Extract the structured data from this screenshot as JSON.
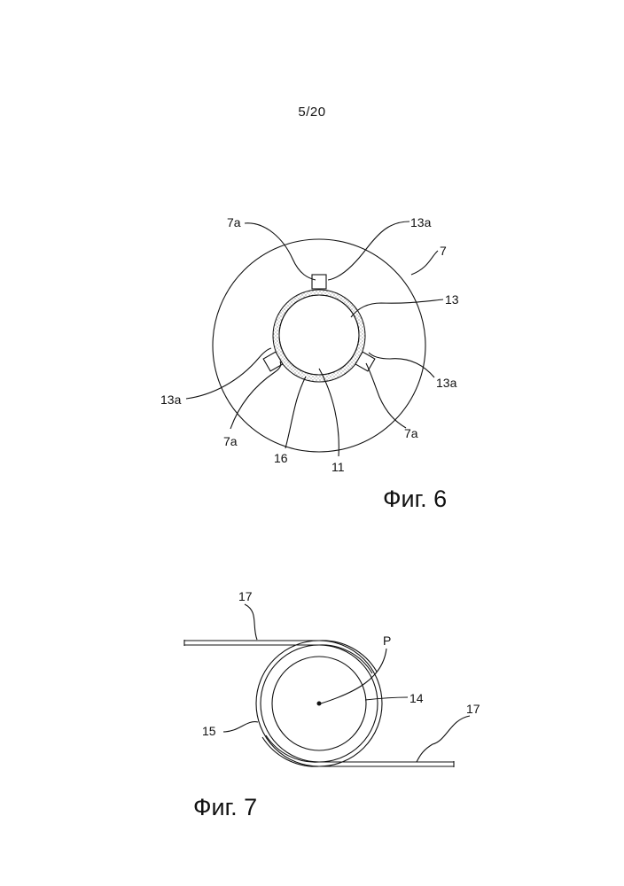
{
  "page_number": "5/20",
  "figure6": {
    "caption": "Фиг. 6",
    "labels": {
      "l7a_top": "7a",
      "l13a_top": "13a",
      "l7": "7",
      "l13": "13",
      "l13a_left": "13a",
      "l13a_right": "13a",
      "l7a_left": "7a",
      "l7a_right": "7a",
      "l16": "16",
      "l11": "11"
    }
  },
  "figure7": {
    "caption": "Фиг. 7",
    "labels": {
      "l17_top": "17",
      "lP": "P",
      "l14": "14",
      "l15": "15",
      "l17_right": "17"
    }
  }
}
